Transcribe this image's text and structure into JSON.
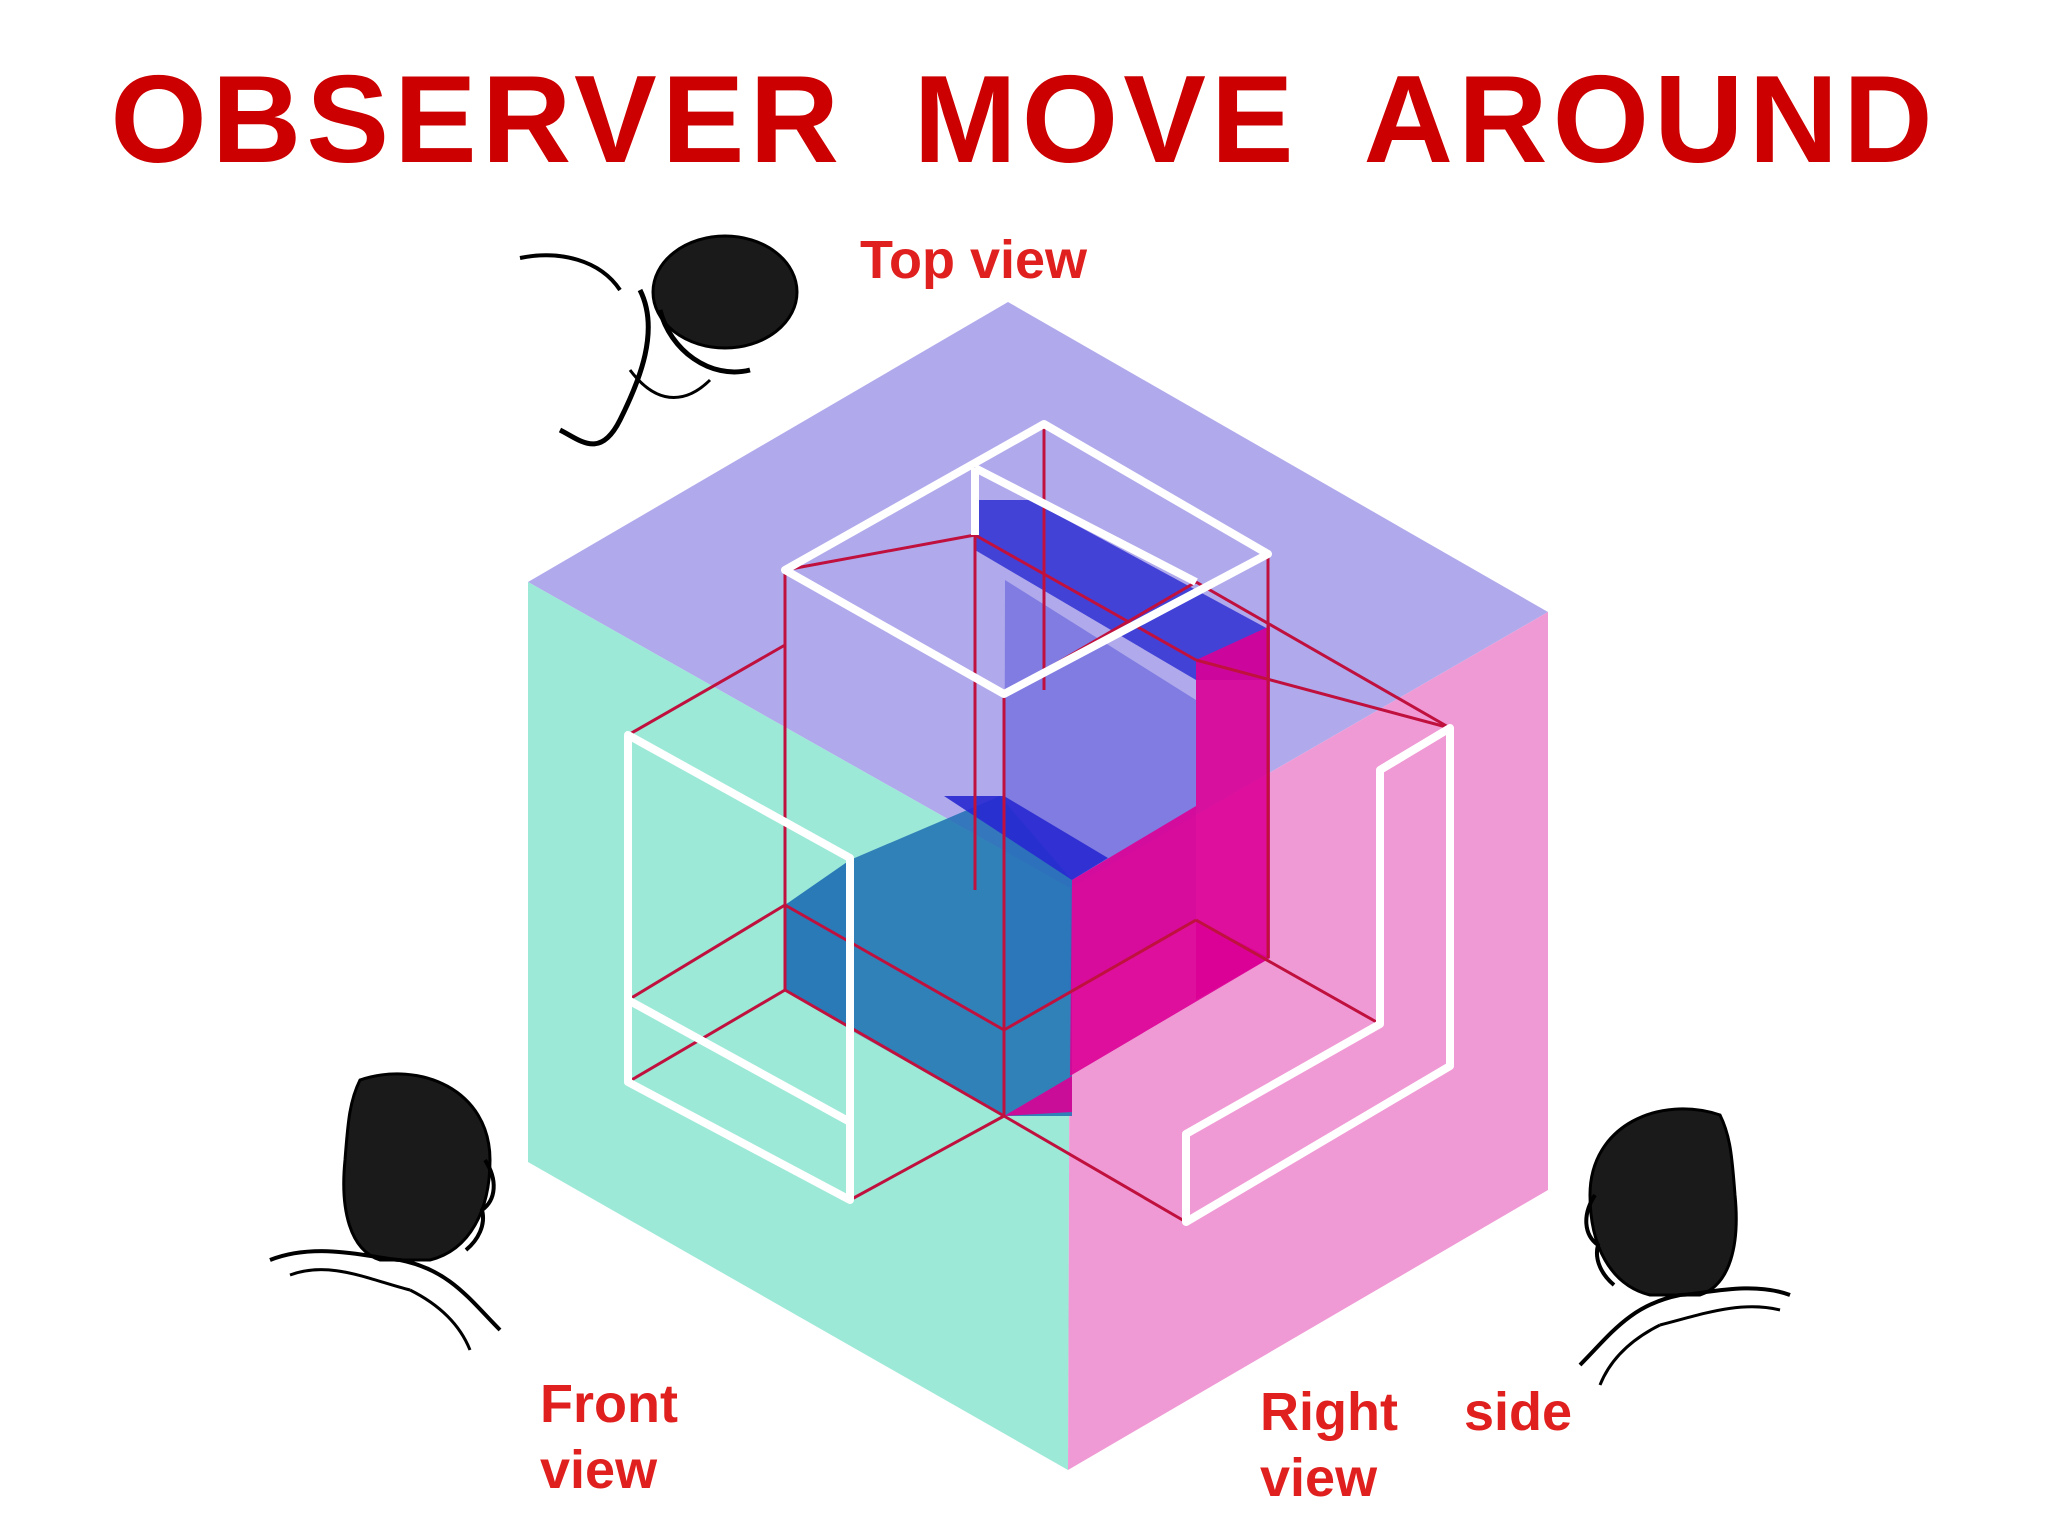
{
  "title": "OBSERVER  MOVE  AROUND",
  "labels": {
    "top_view": "Top view",
    "front_view": "Front\nview",
    "right_side_view": "Right  side\nview"
  },
  "colors": {
    "title": "#cc0000",
    "label": "#e0201e",
    "top_plane": "#b0aaec",
    "front_plane": "#9ce9d7",
    "right_plane": "#f09ad5",
    "object_edge": "#ffffff",
    "projection_line": "#c0103e",
    "projection_top": "#2828d2",
    "projection_front": "#1e6eb4",
    "projection_right": "#dc0096"
  },
  "icons": {
    "observer_top": "observer-looking-down-icon",
    "observer_front": "observer-facing-right-icon",
    "observer_right": "observer-facing-left-icon"
  }
}
